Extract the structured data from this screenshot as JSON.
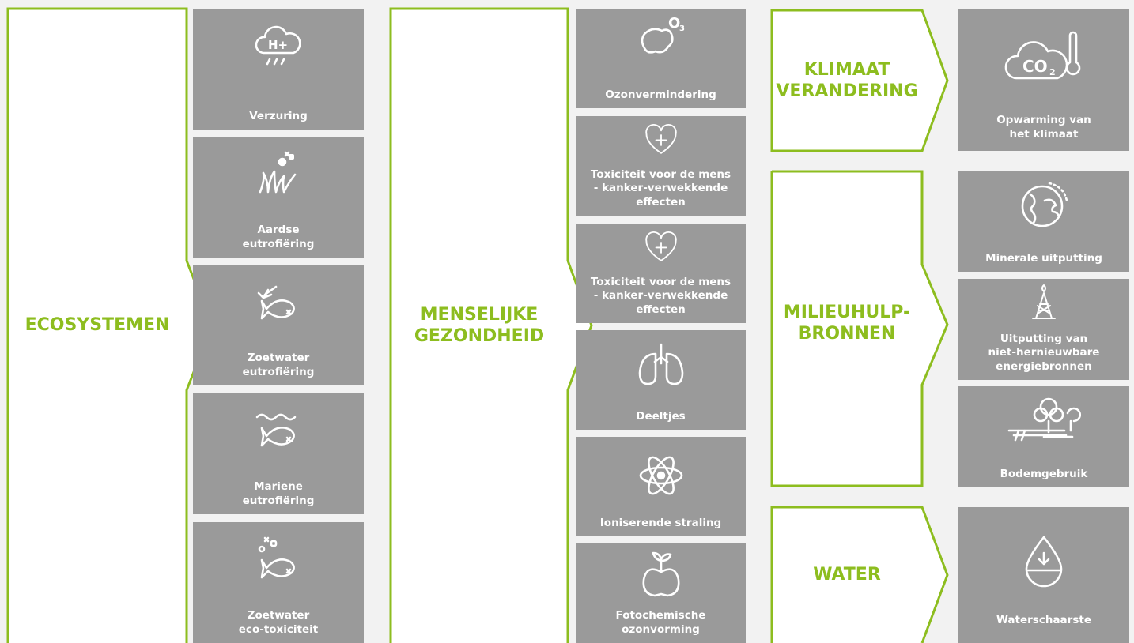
{
  "colors": {
    "accent": "#8dbd1f",
    "tile": "#9a9a9a",
    "background": "#f2f2f2",
    "text_on_tile": "#ffffff"
  },
  "categories": {
    "ecosystemen": {
      "title": "ECOSYSTEMEN"
    },
    "gezondheid": {
      "title": "MENSELIJKE\nGEZONDHEID"
    },
    "klimaat": {
      "title": "KLIMAAT\nVERANDERING"
    },
    "hulpbronnen": {
      "title": "MILIEUHULP-\nBRONNEN"
    },
    "water": {
      "title": "WATER"
    }
  },
  "tiles": {
    "verzuring": {
      "label": "Verzuring",
      "icon": "acid-rain-cloud-icon"
    },
    "aardse": {
      "label": "Aardse\neutrofiëring",
      "icon": "grass-nutrients-icon"
    },
    "zoetwater_eutro": {
      "label": "Zoetwater\neutrofiëring",
      "icon": "fish-plant-icon"
    },
    "mariene": {
      "label": "Mariene\neutrofiëring",
      "icon": "fish-waves-icon"
    },
    "zoetwater_tox": {
      "label": "Zoetwater\neco-toxiciteit",
      "icon": "fish-bubbles-icon"
    },
    "ozon": {
      "label": "Ozonvermindering",
      "icon": "ozone-antarctica-icon"
    },
    "tox1": {
      "label": "Toxiciteit voor de mens\n- kanker-verwekkende\neffecten",
      "icon": "heart-plus-icon"
    },
    "tox2": {
      "label": "Toxiciteit voor de mens\n- kanker-verwekkende\neffecten",
      "icon": "heart-plus-icon"
    },
    "deeltjes": {
      "label": "Deeltjes",
      "icon": "lungs-icon"
    },
    "straling": {
      "label": "Ioniserende straling",
      "icon": "atom-icon"
    },
    "fotochem": {
      "label": "Fotochemische\nozonvorming",
      "icon": "apple-sprout-icon"
    },
    "opwarming": {
      "label": "Opwarming van\nhet klimaat",
      "icon": "co2-thermometer-icon"
    },
    "minerale": {
      "label": "Minerale uitputting",
      "icon": "globe-icon"
    },
    "uitputting": {
      "label": "Uitputting van\nniet-hernieuwbare\nenergiebronnen",
      "icon": "oil-rig-icon"
    },
    "bodem": {
      "label": "Bodemgebruik",
      "icon": "land-tree-icon"
    },
    "waterschaarste": {
      "label": "Waterschaarste",
      "icon": "water-drop-icon"
    }
  }
}
